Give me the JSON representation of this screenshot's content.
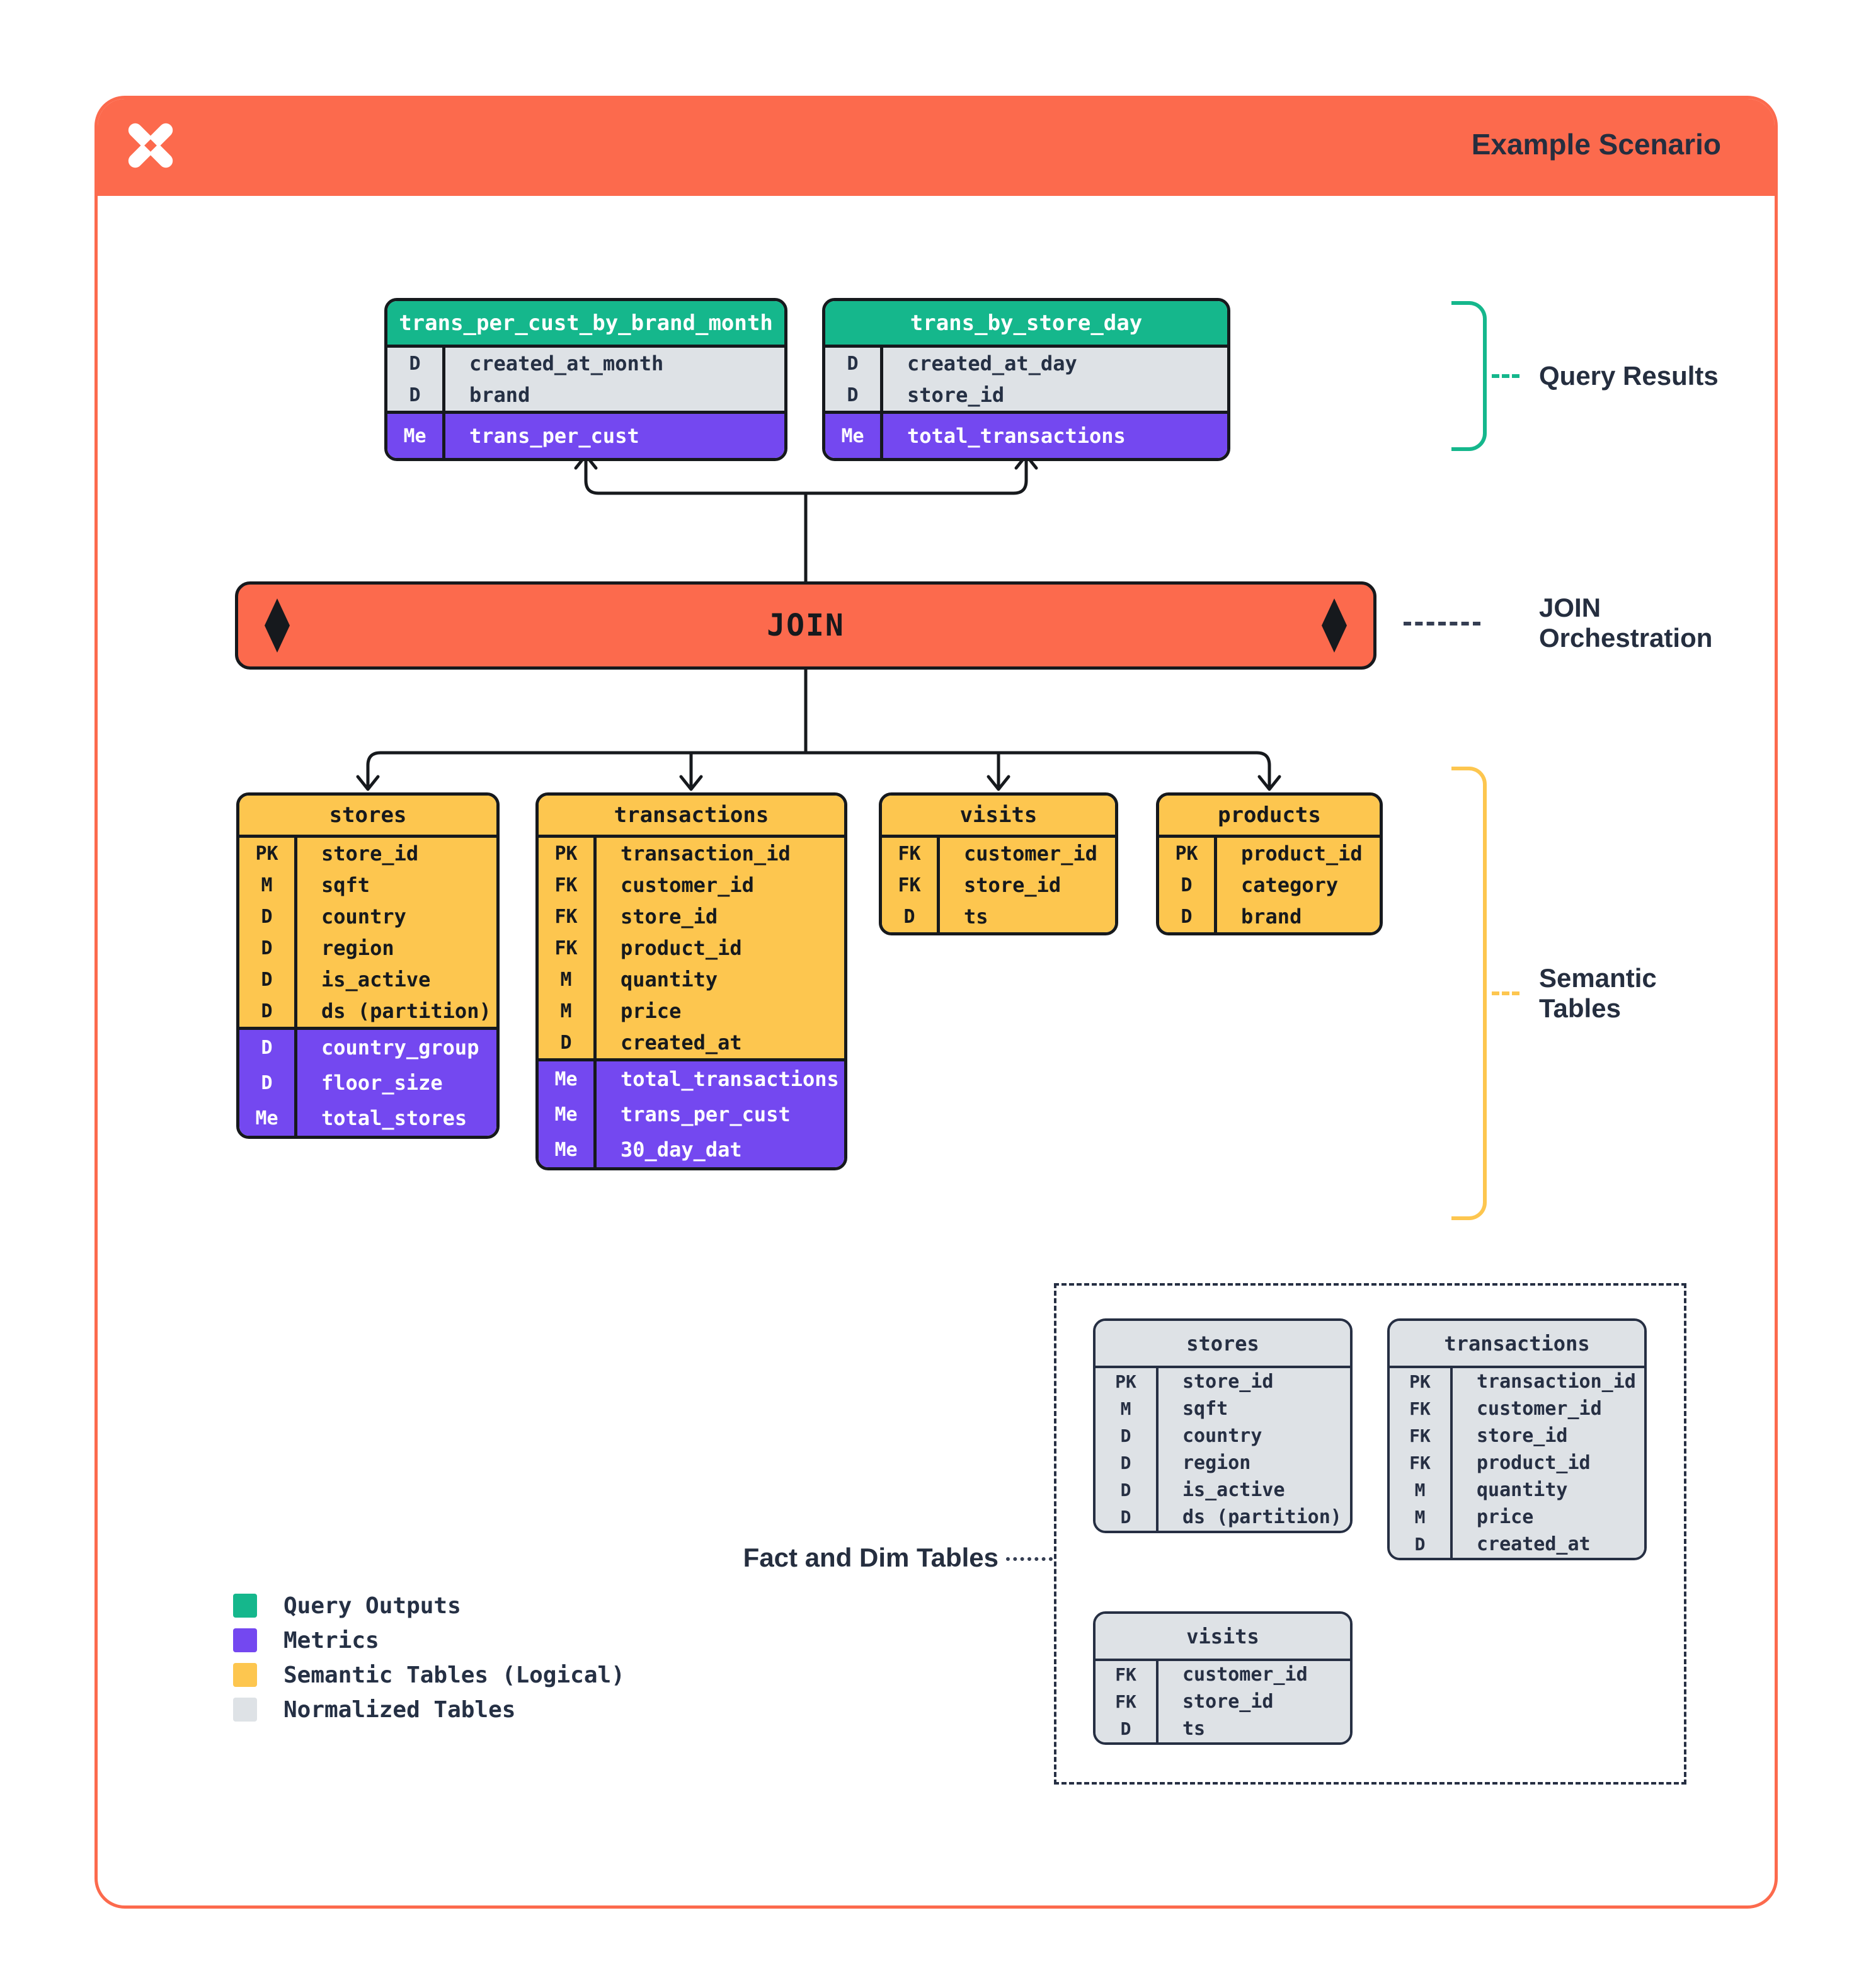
{
  "header": {
    "title": "Example Scenario",
    "logo": "pinwheel-x-logo"
  },
  "colors": {
    "orange": "#FC6A4D",
    "green": "#15B78C",
    "purple": "#7448F0",
    "yellow": "#FDC64F",
    "gray": "#DEE2E6",
    "navy": "#262F43",
    "ink": "#16191D"
  },
  "join": {
    "label": "JOIN"
  },
  "annotations": {
    "query_results": "Query Results",
    "join_orchestration": {
      "line1": "JOIN",
      "line2": "Orchestration"
    },
    "semantic_tables": {
      "line1": "Semantic",
      "line2": "Tables"
    },
    "fact_and_dim": "Fact and Dim Tables"
  },
  "query_tables": [
    {
      "id": "qt0",
      "title": "trans_per_cust_by_brand_month",
      "base": [
        {
          "tag": "D",
          "field": "created_at_month"
        },
        {
          "tag": "D",
          "field": "brand"
        }
      ],
      "derived": [
        {
          "tag": "Me",
          "field": "trans_per_cust"
        }
      ]
    },
    {
      "id": "qt1",
      "title": "trans_by_store_day",
      "base": [
        {
          "tag": "D",
          "field": "created_at_day"
        },
        {
          "tag": "D",
          "field": "store_id"
        }
      ],
      "derived": [
        {
          "tag": "Me",
          "field": "total_transactions"
        }
      ]
    }
  ],
  "semantic_tables": [
    {
      "id": "st_stores",
      "title": "stores",
      "base": [
        {
          "tag": "PK",
          "field": "store_id"
        },
        {
          "tag": "M",
          "field": "sqft"
        },
        {
          "tag": "D",
          "field": "country"
        },
        {
          "tag": "D",
          "field": "region"
        },
        {
          "tag": "D",
          "field": "is_active"
        },
        {
          "tag": "D",
          "field": "ds (partition)"
        }
      ],
      "derived": [
        {
          "tag": "D",
          "field": "country_group"
        },
        {
          "tag": "D",
          "field": "floor_size"
        },
        {
          "tag": "Me",
          "field": "total_stores"
        }
      ]
    },
    {
      "id": "st_transactions",
      "title": "transactions",
      "base": [
        {
          "tag": "PK",
          "field": "transaction_id"
        },
        {
          "tag": "FK",
          "field": "customer_id"
        },
        {
          "tag": "FK",
          "field": "store_id"
        },
        {
          "tag": "FK",
          "field": "product_id"
        },
        {
          "tag": "M",
          "field": "quantity"
        },
        {
          "tag": "M",
          "field": "price"
        },
        {
          "tag": "D",
          "field": "created_at"
        }
      ],
      "derived": [
        {
          "tag": "Me",
          "field": "total_transactions"
        },
        {
          "tag": "Me",
          "field": "trans_per_cust"
        },
        {
          "tag": "Me",
          "field": "30_day_dat"
        }
      ]
    },
    {
      "id": "st_visits",
      "title": "visits",
      "base": [
        {
          "tag": "FK",
          "field": "customer_id"
        },
        {
          "tag": "FK",
          "field": "store_id"
        },
        {
          "tag": "D",
          "field": "ts"
        }
      ],
      "derived": []
    },
    {
      "id": "st_products",
      "title": "products",
      "base": [
        {
          "tag": "PK",
          "field": "product_id"
        },
        {
          "tag": "D",
          "field": "category"
        },
        {
          "tag": "D",
          "field": "brand"
        }
      ],
      "derived": []
    }
  ],
  "normalized_tables": [
    {
      "id": "nt_stores",
      "title": "stores",
      "base": [
        {
          "tag": "PK",
          "field": "store_id"
        },
        {
          "tag": "M",
          "field": "sqft"
        },
        {
          "tag": "D",
          "field": "country"
        },
        {
          "tag": "D",
          "field": "region"
        },
        {
          "tag": "D",
          "field": "is_active"
        },
        {
          "tag": "D",
          "field": "ds (partition)"
        }
      ],
      "derived": []
    },
    {
      "id": "nt_transactions",
      "title": "transactions",
      "base": [
        {
          "tag": "PK",
          "field": "transaction_id"
        },
        {
          "tag": "FK",
          "field": "customer_id"
        },
        {
          "tag": "FK",
          "field": "store_id"
        },
        {
          "tag": "FK",
          "field": "product_id"
        },
        {
          "tag": "M",
          "field": "quantity"
        },
        {
          "tag": "M",
          "field": "price"
        },
        {
          "tag": "D",
          "field": "created_at"
        }
      ],
      "derived": []
    },
    {
      "id": "nt_visits",
      "title": "visits",
      "base": [
        {
          "tag": "FK",
          "field": "customer_id"
        },
        {
          "tag": "FK",
          "field": "store_id"
        },
        {
          "tag": "D",
          "field": "ts"
        }
      ],
      "derived": []
    }
  ],
  "legend": [
    {
      "label": "Query Outputs",
      "color": "#15B78C"
    },
    {
      "label": "Metrics",
      "color": "#7448F0"
    },
    {
      "label": "Semantic Tables (Logical)",
      "color": "#FDC64F"
    },
    {
      "label": "Normalized Tables",
      "color": "#DEE2E6"
    }
  ]
}
